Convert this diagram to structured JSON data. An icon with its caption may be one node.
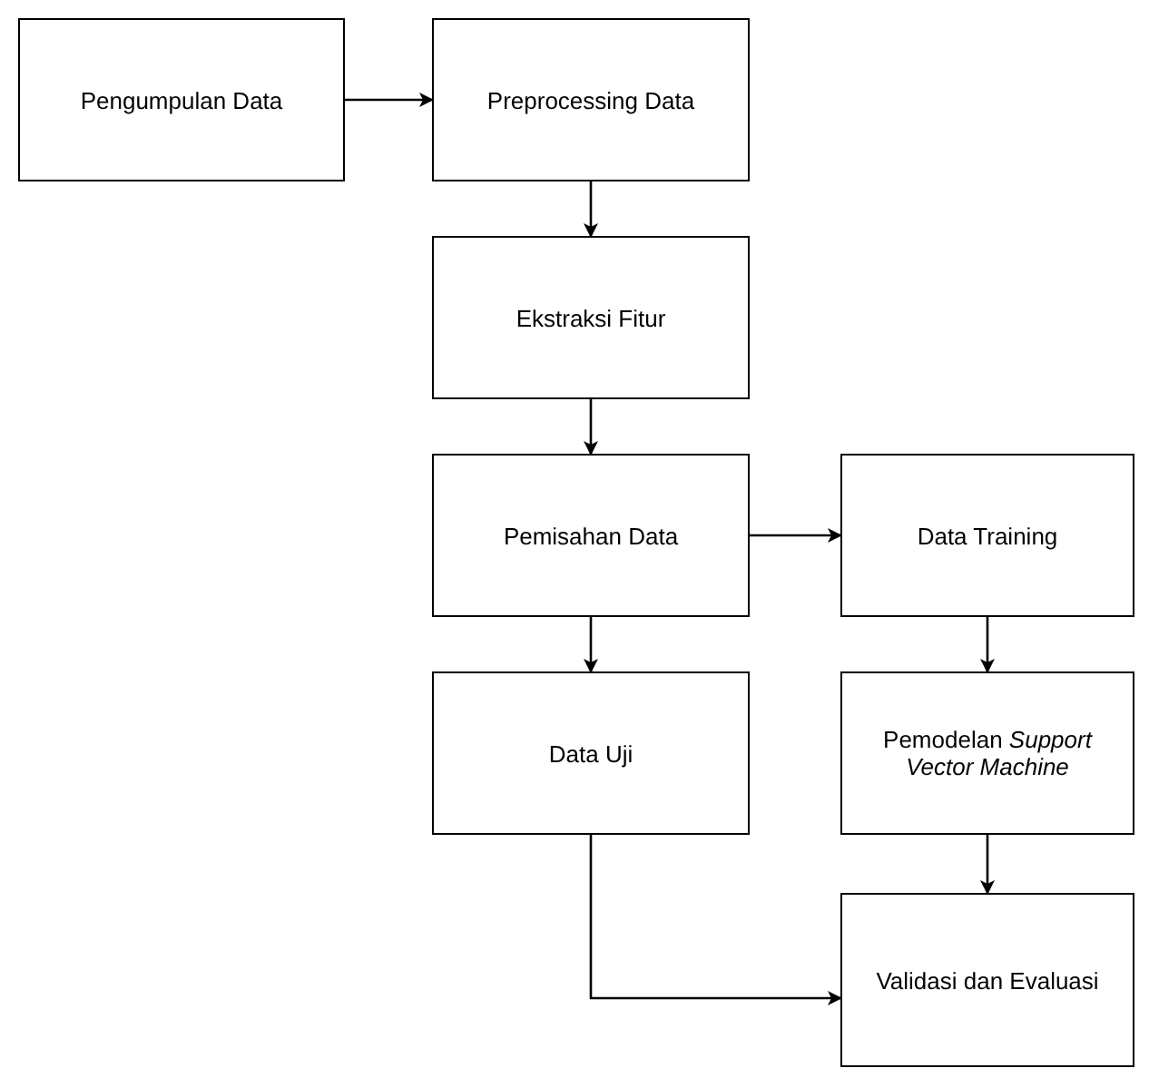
{
  "diagram": {
    "nodes": [
      {
        "text": [
          "Pengumpulan Data"
        ]
      },
      {
        "text": [
          "Preprocessing Data"
        ]
      },
      {
        "text": [
          "Ekstraksi Fitur"
        ]
      },
      {
        "text": [
          "Pemisahan Data"
        ]
      },
      {
        "text": [
          "Data Uji"
        ]
      },
      {
        "text": [
          "Data Training"
        ]
      },
      {
        "text": [
          "Pemodelan *Support Vector Machine*"
        ]
      },
      {
        "text": [
          "Validasi dan Evaluasi"
        ]
      }
    ],
    "edges": [
      {
        "from": 0,
        "to": 1,
        "arrow": "to"
      },
      {
        "from": 1,
        "to": 2,
        "arrow": "to"
      },
      {
        "from": 2,
        "to": 3,
        "arrow": "to"
      },
      {
        "from": 3,
        "to": 5,
        "arrow": "to"
      },
      {
        "from": 3,
        "to": 4,
        "arrow": "to"
      },
      {
        "from": 5,
        "to": 6,
        "arrow": "to"
      },
      {
        "from": 6,
        "to": 7,
        "arrow": "to"
      },
      {
        "from": 4,
        "to": 7,
        "arrow": "to"
      }
    ]
  }
}
